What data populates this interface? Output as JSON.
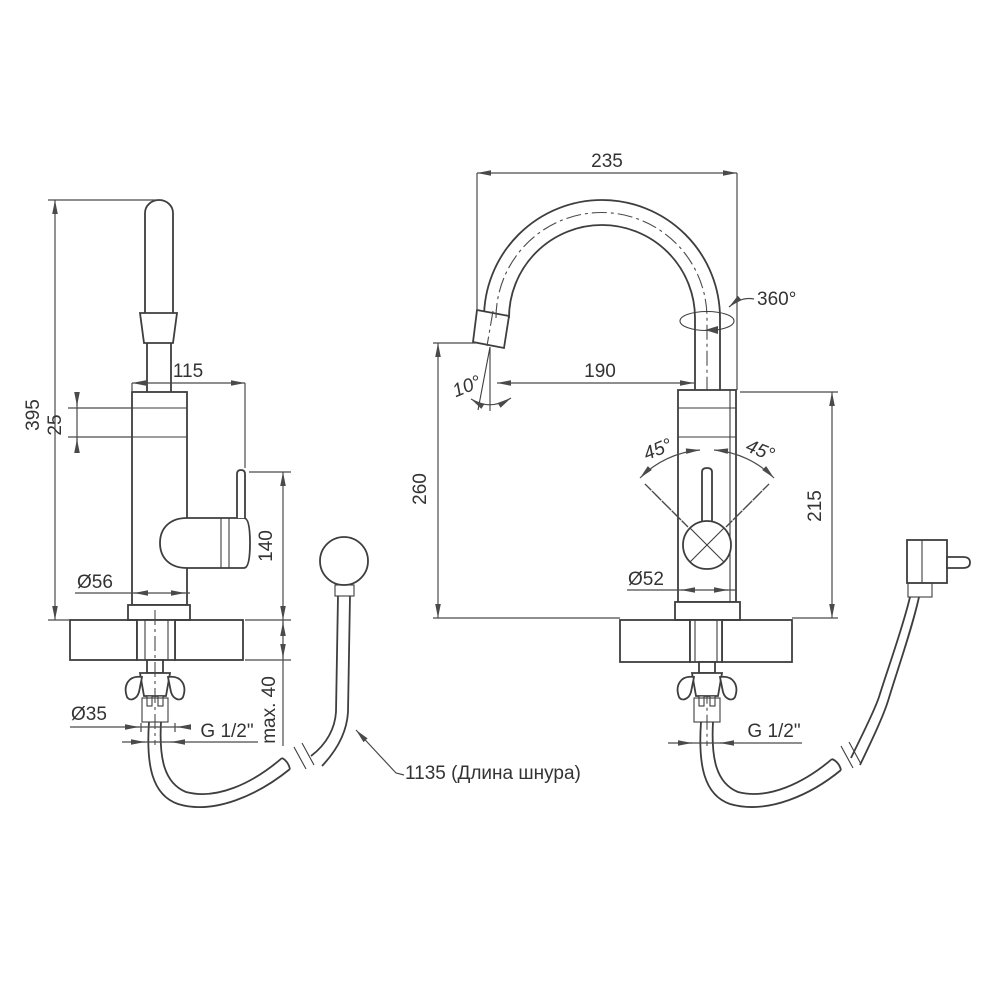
{
  "side_view": {
    "dimensions": {
      "total_height": "395",
      "spout_width": "115",
      "cap_band": "25",
      "handle_height": "140",
      "body_diameter": "Ø56",
      "shank_diameter": "Ø35",
      "deck_thickness": "max. 40",
      "thread_size": "G 1/2\""
    }
  },
  "front_view": {
    "dimensions": {
      "spout_reach": "235",
      "swivel_angle": "360°",
      "outlet_reach": "190",
      "stream_angle": "10°",
      "outlet_height": "260",
      "lever_swing_left": "45°",
      "lever_swing_right": "45°",
      "body_height": "215",
      "body_diameter": "Ø52",
      "thread_size": "G 1/2\""
    }
  },
  "annotations": {
    "cord_length": "1135 (Длина шнура)"
  },
  "colors": {
    "background": "#ffffff",
    "outline": "#3e3e3e",
    "dimension": "#4a4a4a",
    "text": "#333333"
  }
}
